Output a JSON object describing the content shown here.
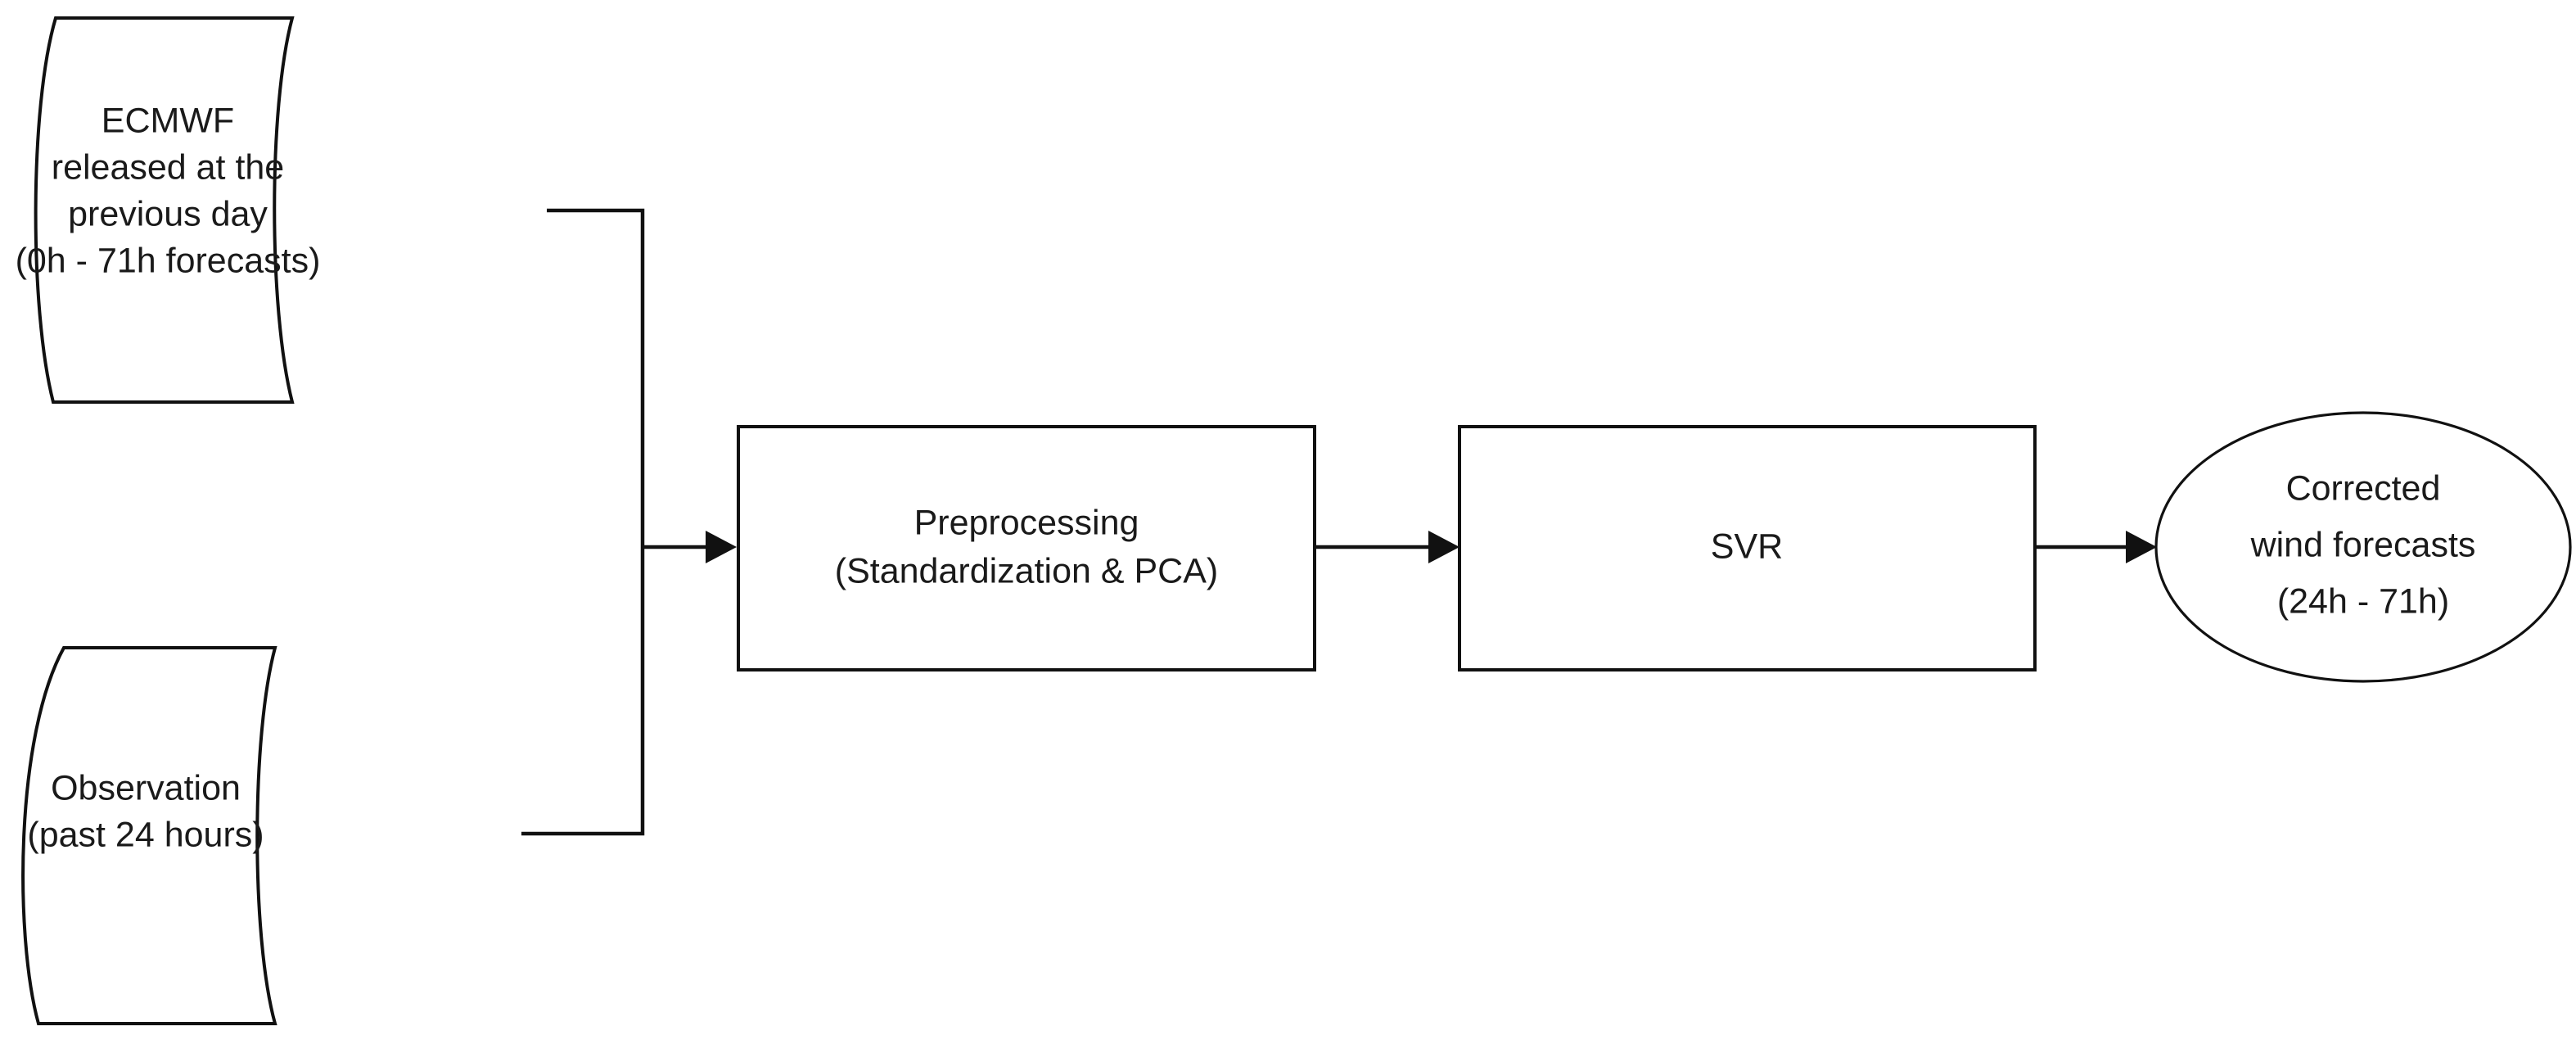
{
  "diagram": {
    "title": "Wind forecast correction workflow",
    "background_color": "#ffffff",
    "line_color": "#111111",
    "text_color": "#1a1a1a",
    "nodes": {
      "ecmwf": {
        "shape": "document",
        "lines": [
          "ECMWF",
          "released at the",
          "previous day",
          "(0h - 71h forecasts)"
        ]
      },
      "observation": {
        "shape": "document",
        "lines": [
          "Observation",
          "(past 24 hours)"
        ]
      },
      "preprocessing": {
        "shape": "rectangle",
        "lines": [
          "Preprocessing",
          "(Standardization & PCA)"
        ]
      },
      "svr": {
        "shape": "rectangle",
        "lines": [
          "SVR"
        ]
      },
      "output": {
        "shape": "ellipse",
        "lines": [
          "Corrected",
          "wind forecasts",
          "(24h - 71h)"
        ]
      }
    },
    "edges": [
      {
        "id": "ecmwf-to-merge",
        "from": "ecmwf",
        "to": "preprocessing",
        "style": "elbow"
      },
      {
        "id": "observation-to-merge",
        "from": "observation",
        "to": "preprocessing",
        "style": "elbow"
      },
      {
        "id": "preprocessing-to-svr",
        "from": "preprocessing",
        "to": "svr",
        "style": "straight-arrow"
      },
      {
        "id": "svr-to-output",
        "from": "svr",
        "to": "output",
        "style": "straight-arrow"
      }
    ]
  }
}
